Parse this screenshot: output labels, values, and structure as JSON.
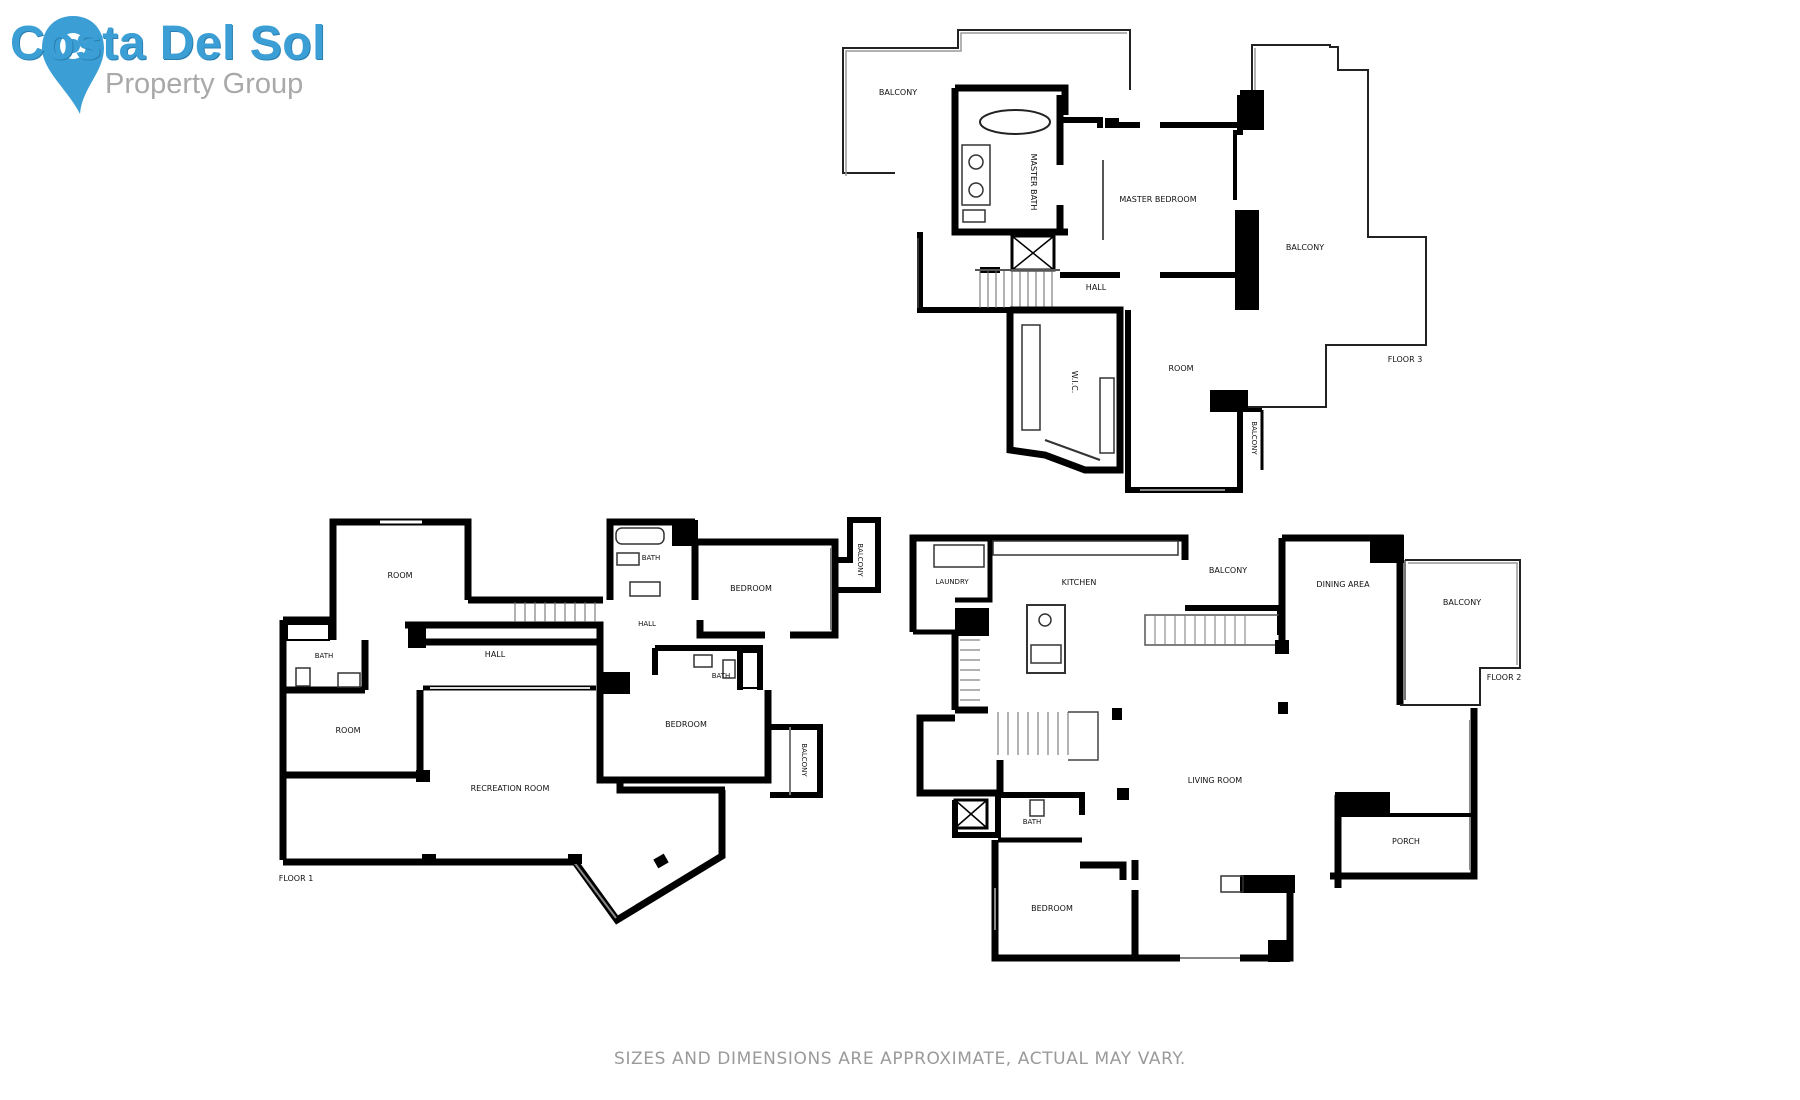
{
  "brand": {
    "name": "Costa Del Sol",
    "tagline": "Property Group",
    "pin_color": "#3b9fd6",
    "text_color": "#3b9fd6",
    "tagline_color": "#a9a9a9"
  },
  "disclaimer": "SIZES AND DIMENSIONS ARE APPROXIMATE, ACTUAL MAY VARY.",
  "floors": {
    "floor1": {
      "label": "FLOOR 1",
      "rooms": {
        "room_top": "ROOM",
        "bath_top": "BATH",
        "bedroom_top": "BEDROOM",
        "balcony_top": "BALCONY",
        "hall_left": "HALL",
        "hall_small": "HALL",
        "bath_left": "BATH",
        "bath_mid": "BATH",
        "room_left": "ROOM",
        "bedroom_mid": "BEDROOM",
        "balcony_mid": "BALCONY",
        "recreation": "RECREATION ROOM"
      }
    },
    "floor2": {
      "label": "FLOOR 2",
      "rooms": {
        "laundry": "LAUNDRY",
        "kitchen": "KITCHEN",
        "balcony_a": "BALCONY",
        "dining": "DINING AREA",
        "balcony_b": "BALCONY",
        "living": "LIVING ROOM",
        "bath": "BATH",
        "porch": "PORCH",
        "bedroom": "BEDROOM"
      }
    },
    "floor3": {
      "label": "FLOOR 3",
      "rooms": {
        "balcony_top": "BALCONY",
        "master_bath": "MASTER BATH",
        "master_bedroom": "MASTER BEDROOM",
        "balcony_right": "BALCONY",
        "hall": "HALL",
        "wic": "W.I.C.",
        "room": "ROOM",
        "balcony_small": "BALCONY"
      }
    }
  }
}
